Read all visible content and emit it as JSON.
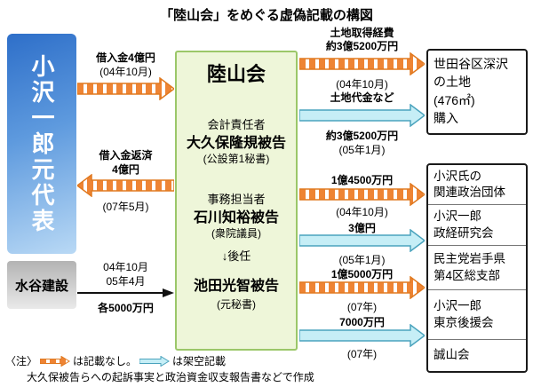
{
  "title": "「陸山会」をめぐる虚偽記載の構図",
  "left_column": {
    "ozawa_label": "小沢一郎元代表",
    "mizutani_label": "水谷建設"
  },
  "rikuzankai": {
    "title": "陸山会",
    "accounting_role": "会計責任者",
    "okubo_name": "大久保隆規被告",
    "okubo_note": "(公設第1秘書)",
    "clerical_role": "事務担当者",
    "ishikawa_name": "石川知裕被告",
    "ishikawa_note": "(衆院議員)",
    "successor_arrow_glyph": "↓",
    "successor_label": "後任",
    "ikeda_name": "池田光智被告",
    "ikeda_note": "(元秘書)"
  },
  "flows": {
    "loan": {
      "label": "借入金4億円",
      "date": "(04年10月)"
    },
    "repayment": {
      "line1": "借入金返済",
      "line2": "4億円",
      "date": "(07年5月)"
    },
    "mizutani_payment": {
      "date1": "04年10月",
      "date2": "05年4月",
      "amount": "各5000万円"
    },
    "land_acquisition": {
      "line1": "土地取得経費",
      "line2": "約3億5200万円",
      "date": "(04年10月)"
    },
    "land_payment": {
      "line1": "土地代金など",
      "line2": "約3億5200万円",
      "date": "(05年1月)"
    },
    "flow_145m": {
      "label": "1億4500万円",
      "date": "(04年10月)"
    },
    "flow_300m": {
      "label": "3億円",
      "date": "(05年1月)"
    },
    "flow_150m": {
      "label": "1億5000万円",
      "date": "(07年)"
    },
    "flow_70m": {
      "label": "7000万円",
      "date": "(07年)"
    }
  },
  "land_box": {
    "lines": [
      "世田谷区深沢",
      "の土地",
      "(476㎡)",
      "購入"
    ]
  },
  "orgs_box": {
    "header": {
      "line1": "小沢氏の",
      "line2": "関連政治団体"
    },
    "org1": {
      "line1": "小沢一郎",
      "line2": "政経研究会"
    },
    "org2": {
      "line1": "民主党岩手県",
      "line2": "第4区総支部"
    },
    "org3": {
      "line1": "小沢一郎",
      "line2": "東京後援会"
    },
    "org4": {
      "line1": "誠山会"
    }
  },
  "legend": {
    "note_label": "〈注〉",
    "orange_meaning": "は記載なし。",
    "cyan_meaning": "は架空記載",
    "source_note": "大久保被告らへの起訴事実と政治資金収支報告書などで作成"
  },
  "colors": {
    "orange_arrow": "#ee8434",
    "cyan_arrow_fill": "#c6eef6",
    "cyan_arrow_stroke": "#4aa3bd",
    "green_box_border": "#9bc769"
  }
}
